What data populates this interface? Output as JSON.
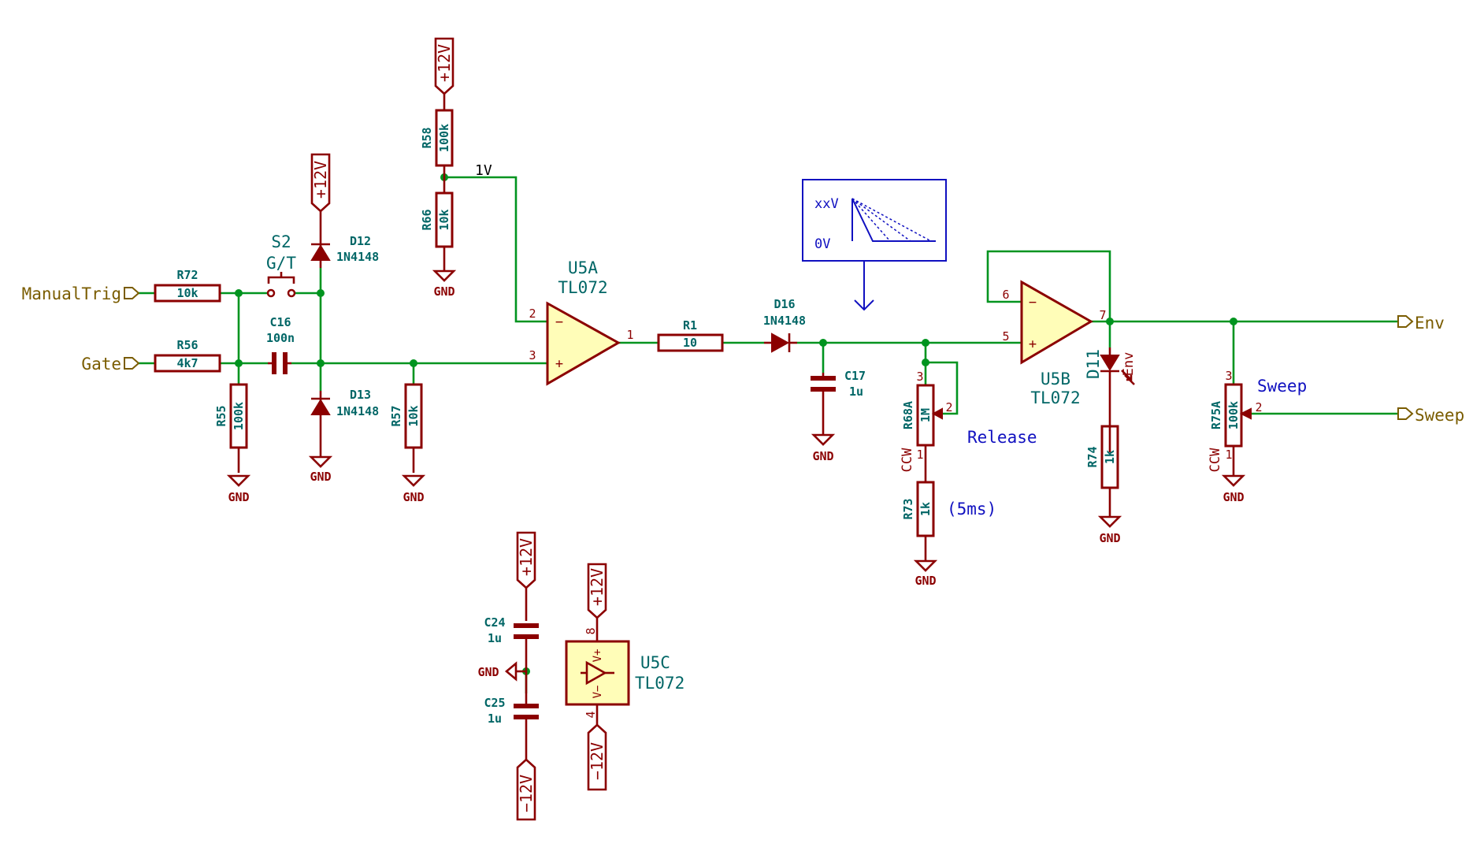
{
  "ports": {
    "manualtrig": "ManualTrig",
    "gate": "Gate",
    "env": "Env",
    "sweep": "Sweep"
  },
  "power": {
    "pos": "+12V",
    "neg": "−12V",
    "gnd": "GND"
  },
  "net_labels": {
    "ref_1v": "1V"
  },
  "components": {
    "r72": {
      "ref": "R72",
      "value": "10k"
    },
    "r56": {
      "ref": "R56",
      "value": "4k7"
    },
    "r55": {
      "ref": "R55",
      "value": "100k"
    },
    "s2": {
      "ref": "S2",
      "value": "G/T"
    },
    "c16": {
      "ref": "C16",
      "value": "100n"
    },
    "d12": {
      "ref": "D12",
      "value": "1N4148"
    },
    "d13": {
      "ref": "D13",
      "value": "1N4148"
    },
    "r57": {
      "ref": "R57",
      "value": "10k"
    },
    "r58": {
      "ref": "R58",
      "value": "100k"
    },
    "r66": {
      "ref": "R66",
      "value": "10k"
    },
    "u5a": {
      "ref": "U5A",
      "value": "TL072"
    },
    "r1": {
      "ref": "R1",
      "value": "10"
    },
    "d16": {
      "ref": "D16",
      "value": "1N4148"
    },
    "c17": {
      "ref": "C17",
      "value": "1u"
    },
    "r68a": {
      "ref": "R68A",
      "value": "1M",
      "ccw": "CCW"
    },
    "r73": {
      "ref": "R73",
      "value": "1k"
    },
    "u5b": {
      "ref": "U5B",
      "value": "TL072"
    },
    "d11": {
      "ref": "D11",
      "value": "Env"
    },
    "r74": {
      "ref": "R74",
      "value": "1k"
    },
    "r75a": {
      "ref": "R75A",
      "value": "100k",
      "ccw": "CCW"
    },
    "c24": {
      "ref": "C24",
      "value": "1u"
    },
    "c25": {
      "ref": "C25",
      "value": "1u"
    },
    "u5c": {
      "ref": "U5C",
      "value": "TL072",
      "vplus": "V+",
      "vminus": "V−"
    }
  },
  "pins": {
    "u5a_inv": "2",
    "u5a_noninv": "3",
    "u5a_out": "1",
    "u5b_inv": "6",
    "u5b_noninv": "5",
    "u5b_out": "7",
    "u5c_vplus": "8",
    "u5c_vminus": "4",
    "pot_top": "3",
    "pot_wiper": "2",
    "pot_bottom": "1",
    "minus": "−",
    "plus": "+"
  },
  "notes": {
    "release": "Release",
    "min_release": "(5ms)",
    "sweep": "Sweep",
    "graph_top": "xxV",
    "graph_bottom": "0V"
  },
  "colors": {
    "wire": "#00941f",
    "symbol": "#8b0000",
    "opamp_fill": "#fffdb8",
    "reference": "#006666",
    "port": "#7a5c00",
    "note": "#1010c0"
  }
}
